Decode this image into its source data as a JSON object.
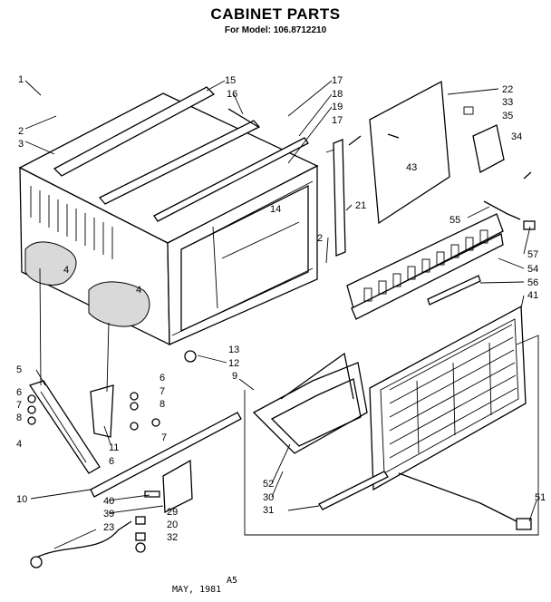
{
  "title": "CABINET PARTS",
  "subtitle": "For Model: 106.8712210",
  "footer": {
    "code": "A5",
    "date": "MAY, 1981"
  },
  "callouts": [
    "1",
    "2",
    "3",
    "4",
    "4",
    "5",
    "6",
    "7",
    "8",
    "4",
    "15",
    "16",
    "17",
    "18",
    "19",
    "17",
    "22",
    "33",
    "35",
    "34",
    "43",
    "21",
    "14",
    "2",
    "55",
    "57",
    "54",
    "56",
    "41",
    "13",
    "12",
    "9",
    "6",
    "7",
    "8",
    "11",
    "6",
    "7",
    "10",
    "40",
    "39",
    "23",
    "29",
    "20",
    "32",
    "52",
    "30",
    "31",
    "51"
  ]
}
